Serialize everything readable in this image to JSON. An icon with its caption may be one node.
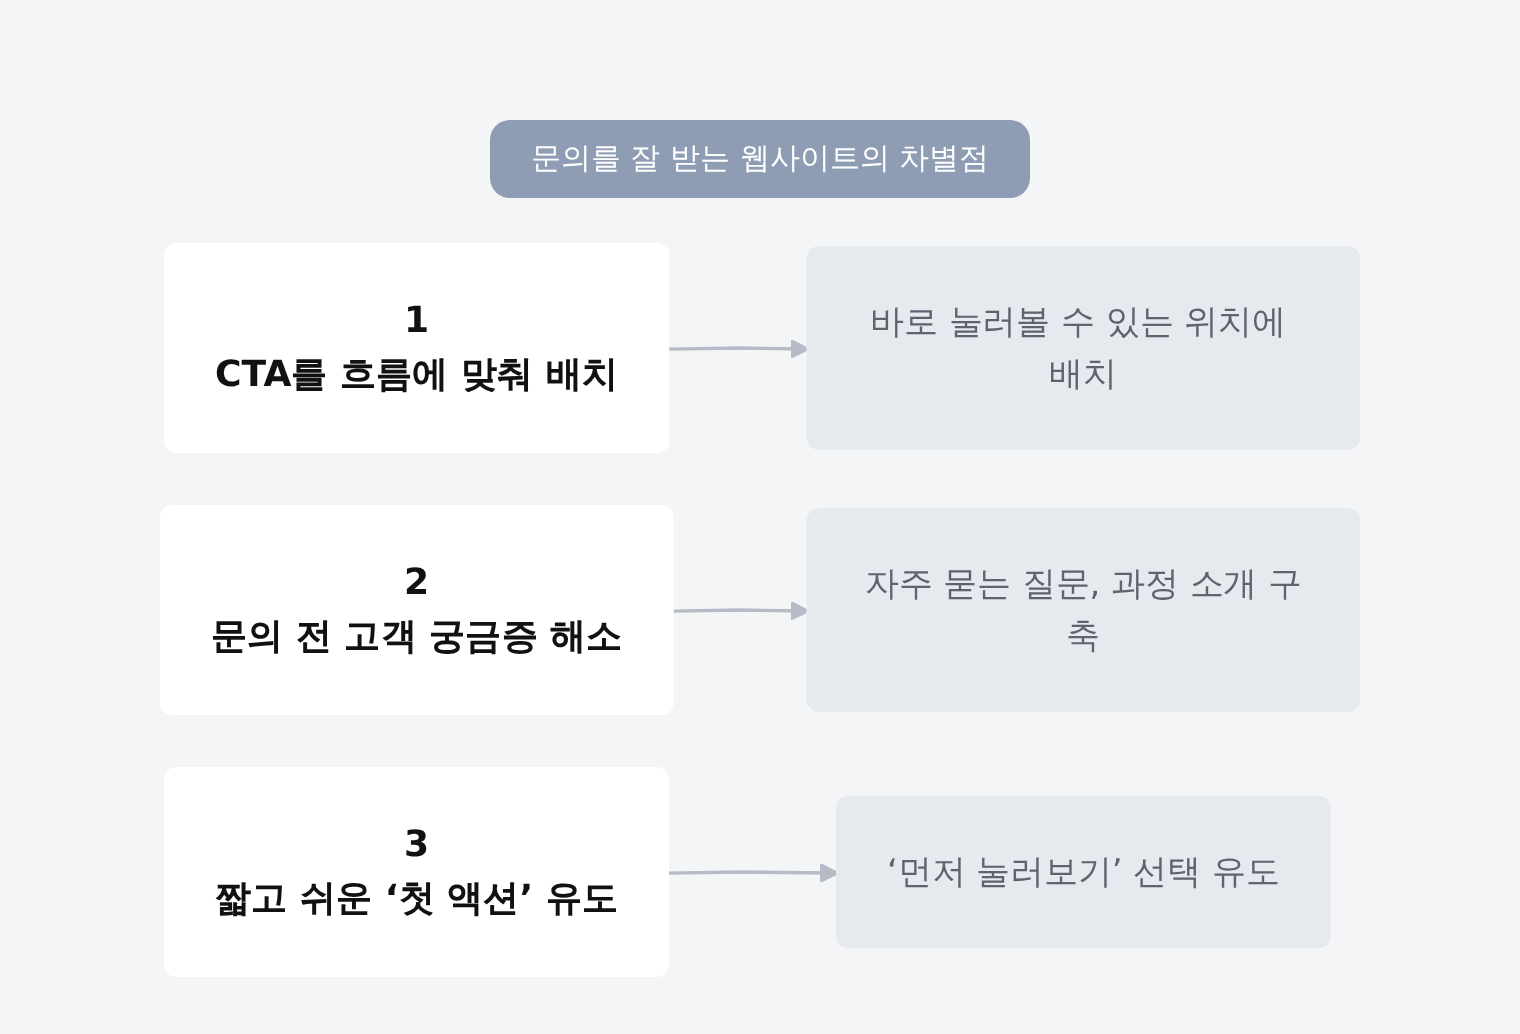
{
  "diagram": {
    "title": "문의를 잘 받는 웹사이트의 차별점",
    "nodes": [
      {
        "text": [
          "1",
          "CTA를 흐름에 맞춰 배치"
        ]
      },
      {
        "text": [
          "바로 눌러볼 수 있는 위치에 배치"
        ]
      },
      {
        "text": [
          "2",
          "문의 전 고객 궁금증 해소"
        ]
      },
      {
        "text": [
          "자주 묻는 질문, 과정 소개 구축"
        ]
      },
      {
        "text": [
          "3",
          "짧고 쉬운 ‘첫 액션’ 유도"
        ]
      },
      {
        "text": [
          "‘먼저 눌러보기’ 선택 유도"
        ]
      }
    ],
    "edges": [
      {
        "from": 0,
        "to": 1,
        "arrow": "to"
      },
      {
        "from": 2,
        "to": 3,
        "arrow": "to"
      },
      {
        "from": 4,
        "to": 5,
        "arrow": "to"
      }
    ]
  }
}
